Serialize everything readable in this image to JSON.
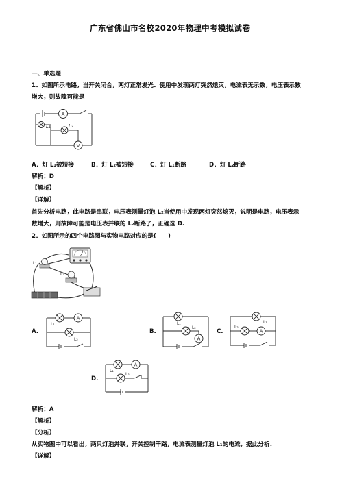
{
  "title": "广东省佛山市名校2020年物理中考模拟试卷",
  "section": "一、单选题",
  "q1": {
    "stem_line1": "1．如图所示电路，当开关闭合，两灯正常发光．使用中发现两灯突然熄灭，电流表无示数，电压表示数",
    "stem_line2": "增大，则故障可能是",
    "labels": {
      "l1": "L₁",
      "l2": "L₂",
      "ammeter": "A",
      "voltmeter": "V"
    },
    "options": [
      "A．灯 L₁被短接",
      "B．灯 L₂被短接",
      "C．灯 L₁断路",
      "D．灯 L₂断路"
    ],
    "answer": "解析：D",
    "analysis_tag": "【解析】",
    "detail_tag": "【详解】",
    "detail_line1": "首先分析电路，此电路是串联，电压表测量灯泡 L₂当使用中发现两灯突然熄灭，说明是电路，电压表示",
    "detail_line2": "数增大，则故障可能是电压表并联的 L₂断路了，正确选 D."
  },
  "q2": {
    "stem": "2．如图所示的四个电路图与实物电路对应的是(　　)",
    "photo_labels": {
      "l1": "L₁",
      "l2": "L₂"
    },
    "option_letters": {
      "a": "A.",
      "b": "B.",
      "c": "C.",
      "d": "D."
    },
    "circuit_labels": {
      "l1": "L₁",
      "l2": "L₂",
      "ammeter": "A"
    },
    "answer": "解析：A",
    "analysis_tag": "【解析】",
    "analyze_tag": "【分析】",
    "analyze_text": "从实物图中可以看出，两只灯泡并联，开关控制干路，电流表测量灯泡 L₁的电流，据此分析．",
    "detail_tag": "【详解】"
  }
}
